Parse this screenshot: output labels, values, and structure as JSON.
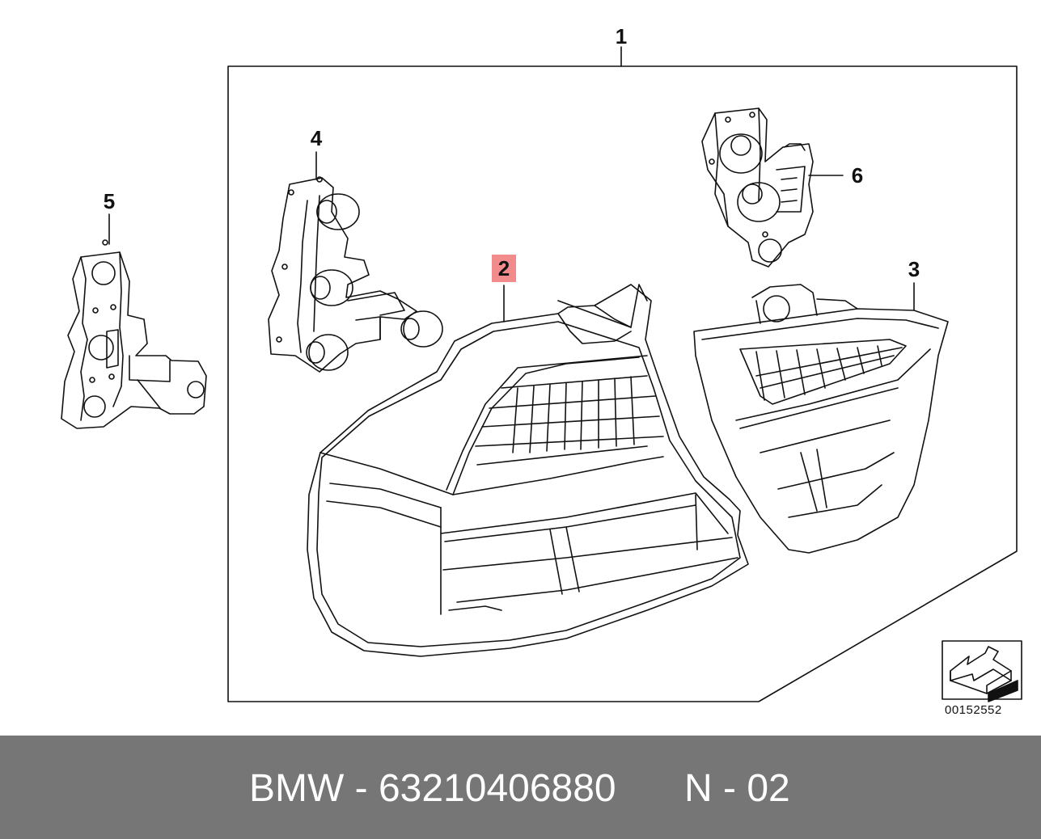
{
  "diagram": {
    "callouts": [
      {
        "id": "1",
        "label": "1",
        "highlighted": false
      },
      {
        "id": "2",
        "label": "2",
        "highlighted": true
      },
      {
        "id": "3",
        "label": "3",
        "highlighted": false
      },
      {
        "id": "4",
        "label": "4",
        "highlighted": false
      },
      {
        "id": "5",
        "label": "5",
        "highlighted": false
      },
      {
        "id": "6",
        "label": "6",
        "highlighted": false
      }
    ],
    "highlight_color": "#f28b8b",
    "reference_number": "00152552",
    "orientation_icon": "arrow-orientation-icon"
  },
  "footer": {
    "part_label": "BMW - 63210406880",
    "variant_label": "N - 02",
    "background_color": "#767676"
  }
}
